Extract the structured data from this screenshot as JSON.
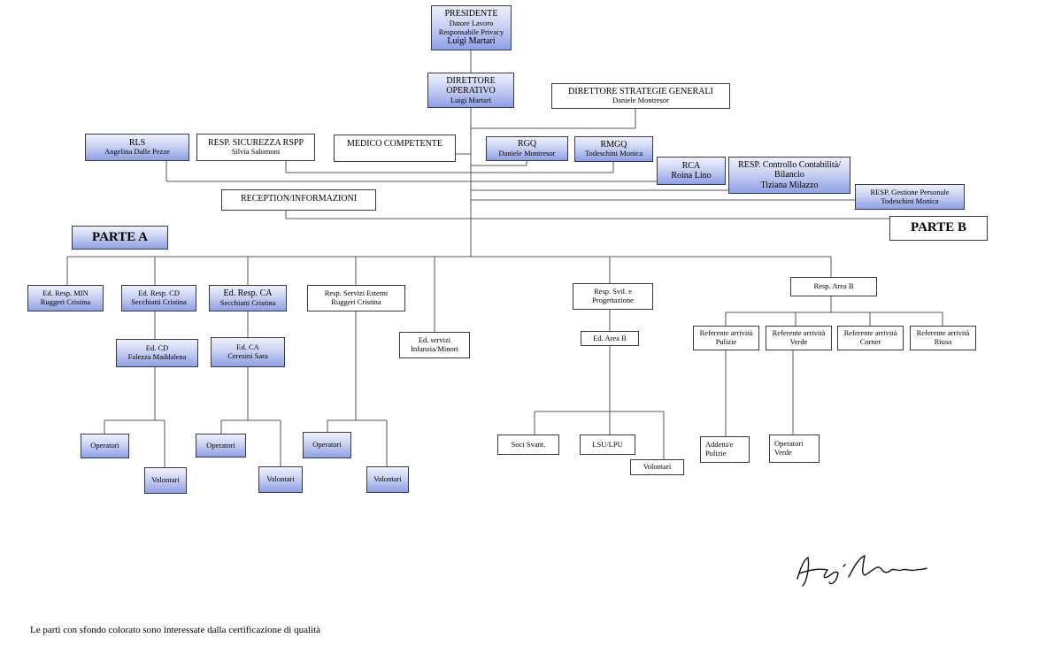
{
  "nodes": {
    "presidente": {
      "l1": "PRESIDENTE",
      "l2": "Datore Lavoro",
      "l3": "Responsabile Privacy",
      "l4": "Luigi Martari"
    },
    "direttore_operativo": {
      "l1": "DIRETTORE",
      "l2": "OPERATIVO",
      "l3": "Luigi Martari"
    },
    "direttore_strategie": {
      "l1": "DIRETTORE STRATEGIE GENERALI",
      "l2": "Daniele Montresor"
    },
    "rls": {
      "l1": "RLS",
      "l2": "Angelina Dalle Pezze"
    },
    "rspp": {
      "l1": "RESP. SICUREZZA RSPP",
      "l2": "Silvia Salomoni"
    },
    "medico": {
      "l1": "MEDICO COMPETENTE"
    },
    "rgq": {
      "l1": "RGQ",
      "l2": "Daniele Montresor"
    },
    "rmgq": {
      "l1": "RMGQ",
      "l2": "Todeschini Monica"
    },
    "rca": {
      "l1": "RCA",
      "l2": "Roina Lino"
    },
    "contabilita": {
      "l1": "RESP. Controllo Contabilità/",
      "l2": "Bilancio",
      "l3": "Tiziana Milazzo"
    },
    "personale": {
      "l1": "RESP. Gestione Personale",
      "l2": "Todeschini Monica"
    },
    "reception": {
      "l1": "RECEPTION/INFORMAZIONI"
    },
    "parte_a": {
      "l1": "PARTE A"
    },
    "parte_b": {
      "l1": "PARTE B"
    },
    "ed_min": {
      "l1": "Ed. Resp. MIN",
      "l2": "Ruggeri Cristina"
    },
    "ed_cd_resp": {
      "l1": "Ed. Resp. CD",
      "l2": "Secchiatti Cristina"
    },
    "ed_ca_resp": {
      "l1": "Ed. Resp. CA",
      "l2": "Secchiatti Cristina"
    },
    "servizi_esterni": {
      "l1": "Resp. Servizi Esterni",
      "l2": "Ruggeri Cristina"
    },
    "ed_servizi": {
      "l1": "Ed. servizi",
      "l2": "Infanzia/Minori"
    },
    "svil": {
      "l1": "Resp. Svil. e",
      "l2": "Progettazione"
    },
    "area_b_resp": {
      "l1": "Resp. Area B"
    },
    "ed_cd": {
      "l1": "Ed. CD",
      "l2": "Falezza Maddalena"
    },
    "ed_ca": {
      "l1": "Ed. CA",
      "l2": "Ceresini Sara"
    },
    "ed_area_b": {
      "l1": "Ed. Area B"
    },
    "ref_pulizie": {
      "l1": "Referente arrività",
      "l2": "Pulizie"
    },
    "ref_verde": {
      "l1": "Referente arrività",
      "l2": "Verde"
    },
    "ref_corner": {
      "l1": "Referente arrività",
      "l2": "Corner"
    },
    "ref_riuso": {
      "l1": "Referente arrività",
      "l2": "Riuso"
    },
    "op1": {
      "l1": "Operatori"
    },
    "vol1": {
      "l1": "Volontari"
    },
    "op2": {
      "l1": "Operatori"
    },
    "vol2": {
      "l1": "Volontari"
    },
    "op3": {
      "l1": "Operatori"
    },
    "vol3": {
      "l1": "Volontari"
    },
    "soci": {
      "l1": "Soci Svant."
    },
    "lsu": {
      "l1": "LSU/LPU"
    },
    "vol4": {
      "l1": "Volontari"
    },
    "addetti": {
      "l1": "Addetti/e",
      "l2": "Pulizie"
    },
    "op_verde": {
      "l1": "Operatori",
      "l2": "Verde"
    }
  },
  "footnote": "Le parti con sfondo colorato sono interessate dalla certificazione di qualità",
  "colors": {
    "box_fill_top": "#eef1fc",
    "box_fill_bottom": "#8f9fe6",
    "line": "#555555",
    "border": "#3a3a3a"
  }
}
